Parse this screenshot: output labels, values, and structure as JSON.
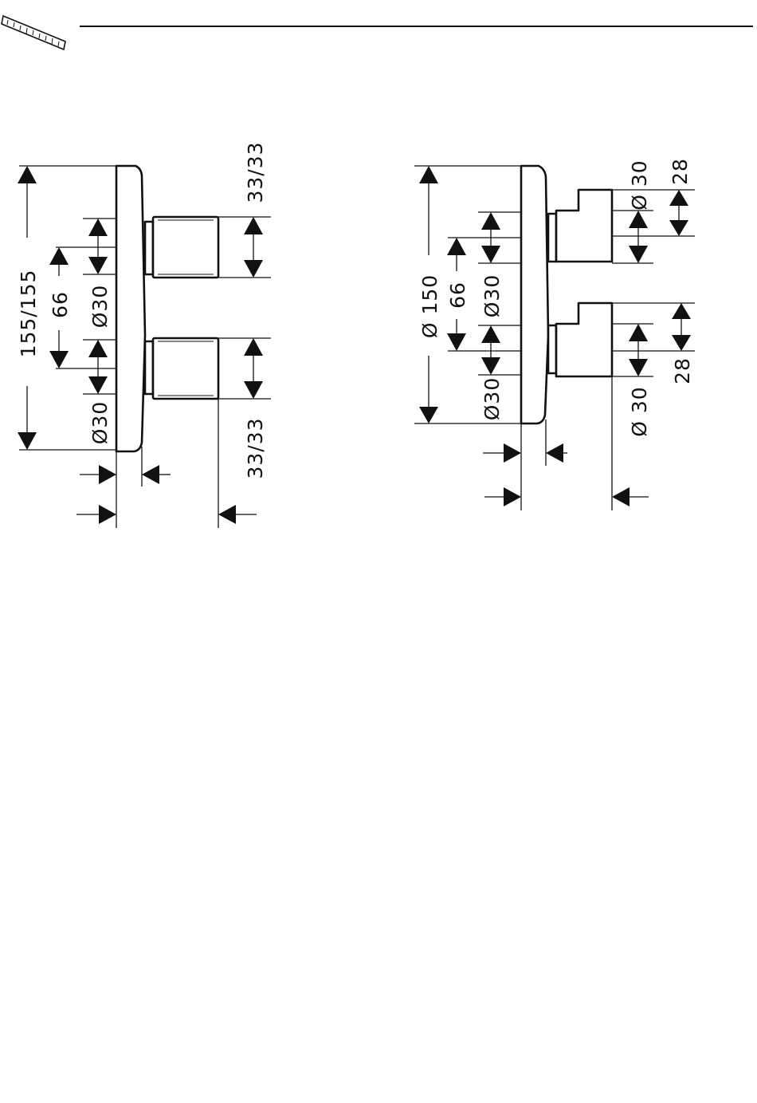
{
  "header": {
    "icon": "ruler-icon"
  },
  "drawing_left": {
    "overall_height": "155/155",
    "spacing": "66",
    "diameter_top": "Ø30",
    "diameter_bottom": "Ø30",
    "projection_top": "33/33",
    "projection_bottom": "33/33"
  },
  "drawing_right": {
    "overall_diameter": "Ø 150",
    "spacing": "66",
    "diameter_top": "Ø30",
    "diameter_bottom": "Ø30",
    "knob_diameter_top": "Ø 30",
    "knob_diameter_bottom": "Ø 30",
    "knob_width_top": "28",
    "knob_width_bottom": "28"
  }
}
